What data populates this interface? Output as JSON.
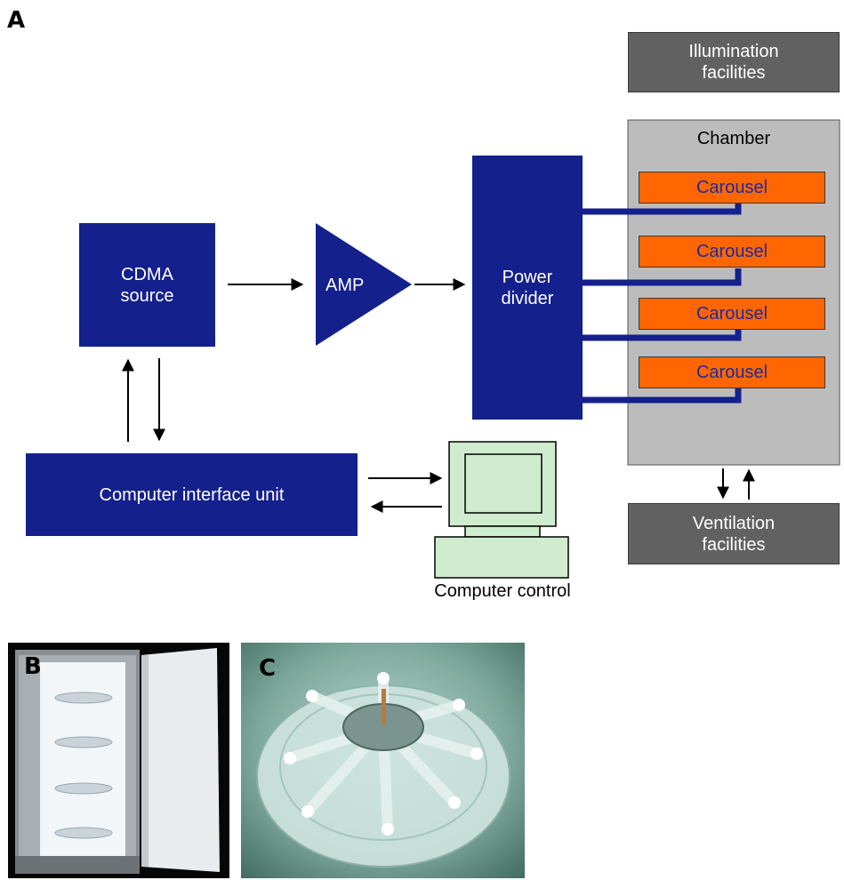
{
  "panels": {
    "a": "A",
    "b": "B",
    "c": "C"
  },
  "blocks": {
    "cdma": "CDMA\nsource",
    "amp": "AMP",
    "power_divider": "Power\ndivider",
    "interface": "Computer interface unit",
    "illumination": "Illumination\nfacilities",
    "chamber": "Chamber",
    "ventilation": "Ventilation\nfacilities",
    "computer_label": "Computer control"
  },
  "carousels": [
    "Carousel",
    "Carousel",
    "Carousel",
    "Carousel"
  ],
  "colors": {
    "navy": "#14208c",
    "gray_box": "#616161",
    "chamber": "#bcbcbc",
    "carousel": "#ff6600",
    "computer": "#cfeccf"
  }
}
